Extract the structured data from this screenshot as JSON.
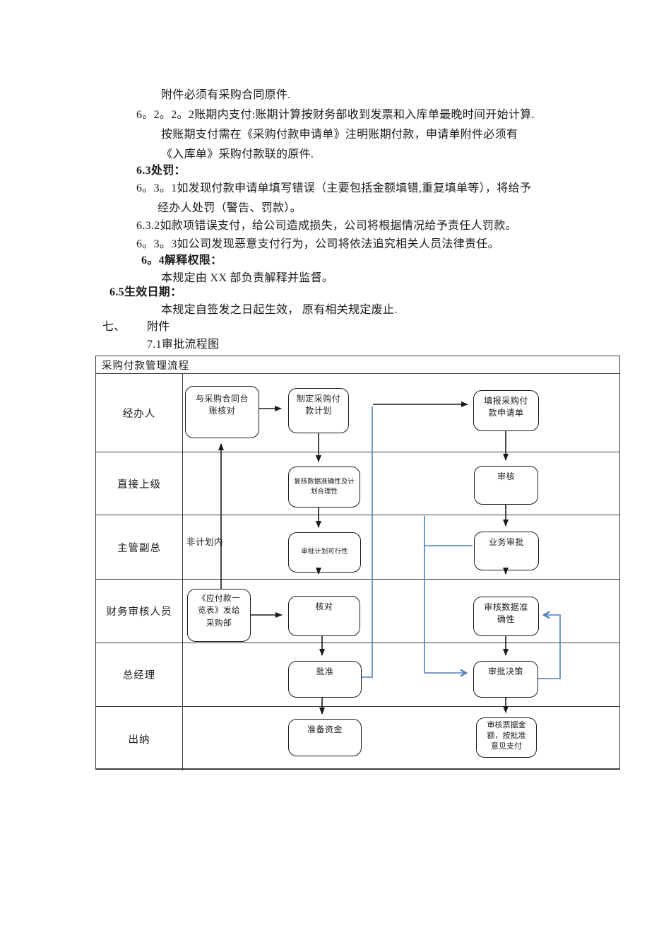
{
  "document": {
    "lines": [
      {
        "text": "附件必须有采购合同原件."
      },
      {
        "text": "6。2。2。2账期内支付:账期计算按财务部收到发票和入库单最晚时间开始计算."
      },
      {
        "text": "按账期支付需在《采购付款申请单》注明账期付款，申请单附件必须有"
      },
      {
        "text": "《入库单》采购付款联的原件."
      },
      {
        "text": "6.3处罚："
      },
      {
        "text": "6。3。1如发现付款申请单填写错误（主要包括金额填错,重复填单等），将给予"
      },
      {
        "text": "经办人处罚（警告、罚款）。"
      },
      {
        "text": "6.3.2如款项错误支付，给公司造成损失，公司将根据情况给予责任人罚款。"
      },
      {
        "text": "6。3。3如公司发现恶意支付行为，公司将依法追究相关人员法律责任。"
      },
      {
        "text": "6。4解释权限："
      },
      {
        "text": "本规定由 XX 部负责解释并监督。"
      },
      {
        "text": "6.5生效日期："
      },
      {
        "text": "本规定自签发之日起生效， 原有相关规定废止."
      },
      {
        "num": "七、",
        "text": "附件"
      },
      {
        "text": "7.1审批流程图"
      }
    ]
  },
  "flowchart": {
    "title": "采购付款管理流程",
    "lanes": [
      "经办人",
      "直接上级",
      "主管副总",
      "财务审核人员",
      "总经理",
      "出纳"
    ],
    "nodes": [
      {
        "label": "与采购合同台\n账核对"
      },
      {
        "label": "制定采购付\n款计划"
      },
      {
        "label": "填报采购付\n款申请单"
      },
      {
        "label": "复核数据准确性及计\n划合理性"
      },
      {
        "label": "审核"
      },
      {
        "label": "审批计划可行性"
      },
      {
        "label": "业务审批"
      },
      {
        "label": "《应付款一\n览表》发给\n采购部"
      },
      {
        "label": "核对"
      },
      {
        "label": "审核数据准\n确性"
      },
      {
        "label": "批准"
      },
      {
        "label": "审批决策"
      },
      {
        "label": "准备资金"
      },
      {
        "label": "审核票据金\n额，按批准\n意见支付"
      }
    ],
    "edge_label": "非计划内",
    "colors": {
      "connector": "#1a1a1a",
      "alt_connector": "#4a7ebb",
      "grid": "#3d3d3d"
    }
  }
}
